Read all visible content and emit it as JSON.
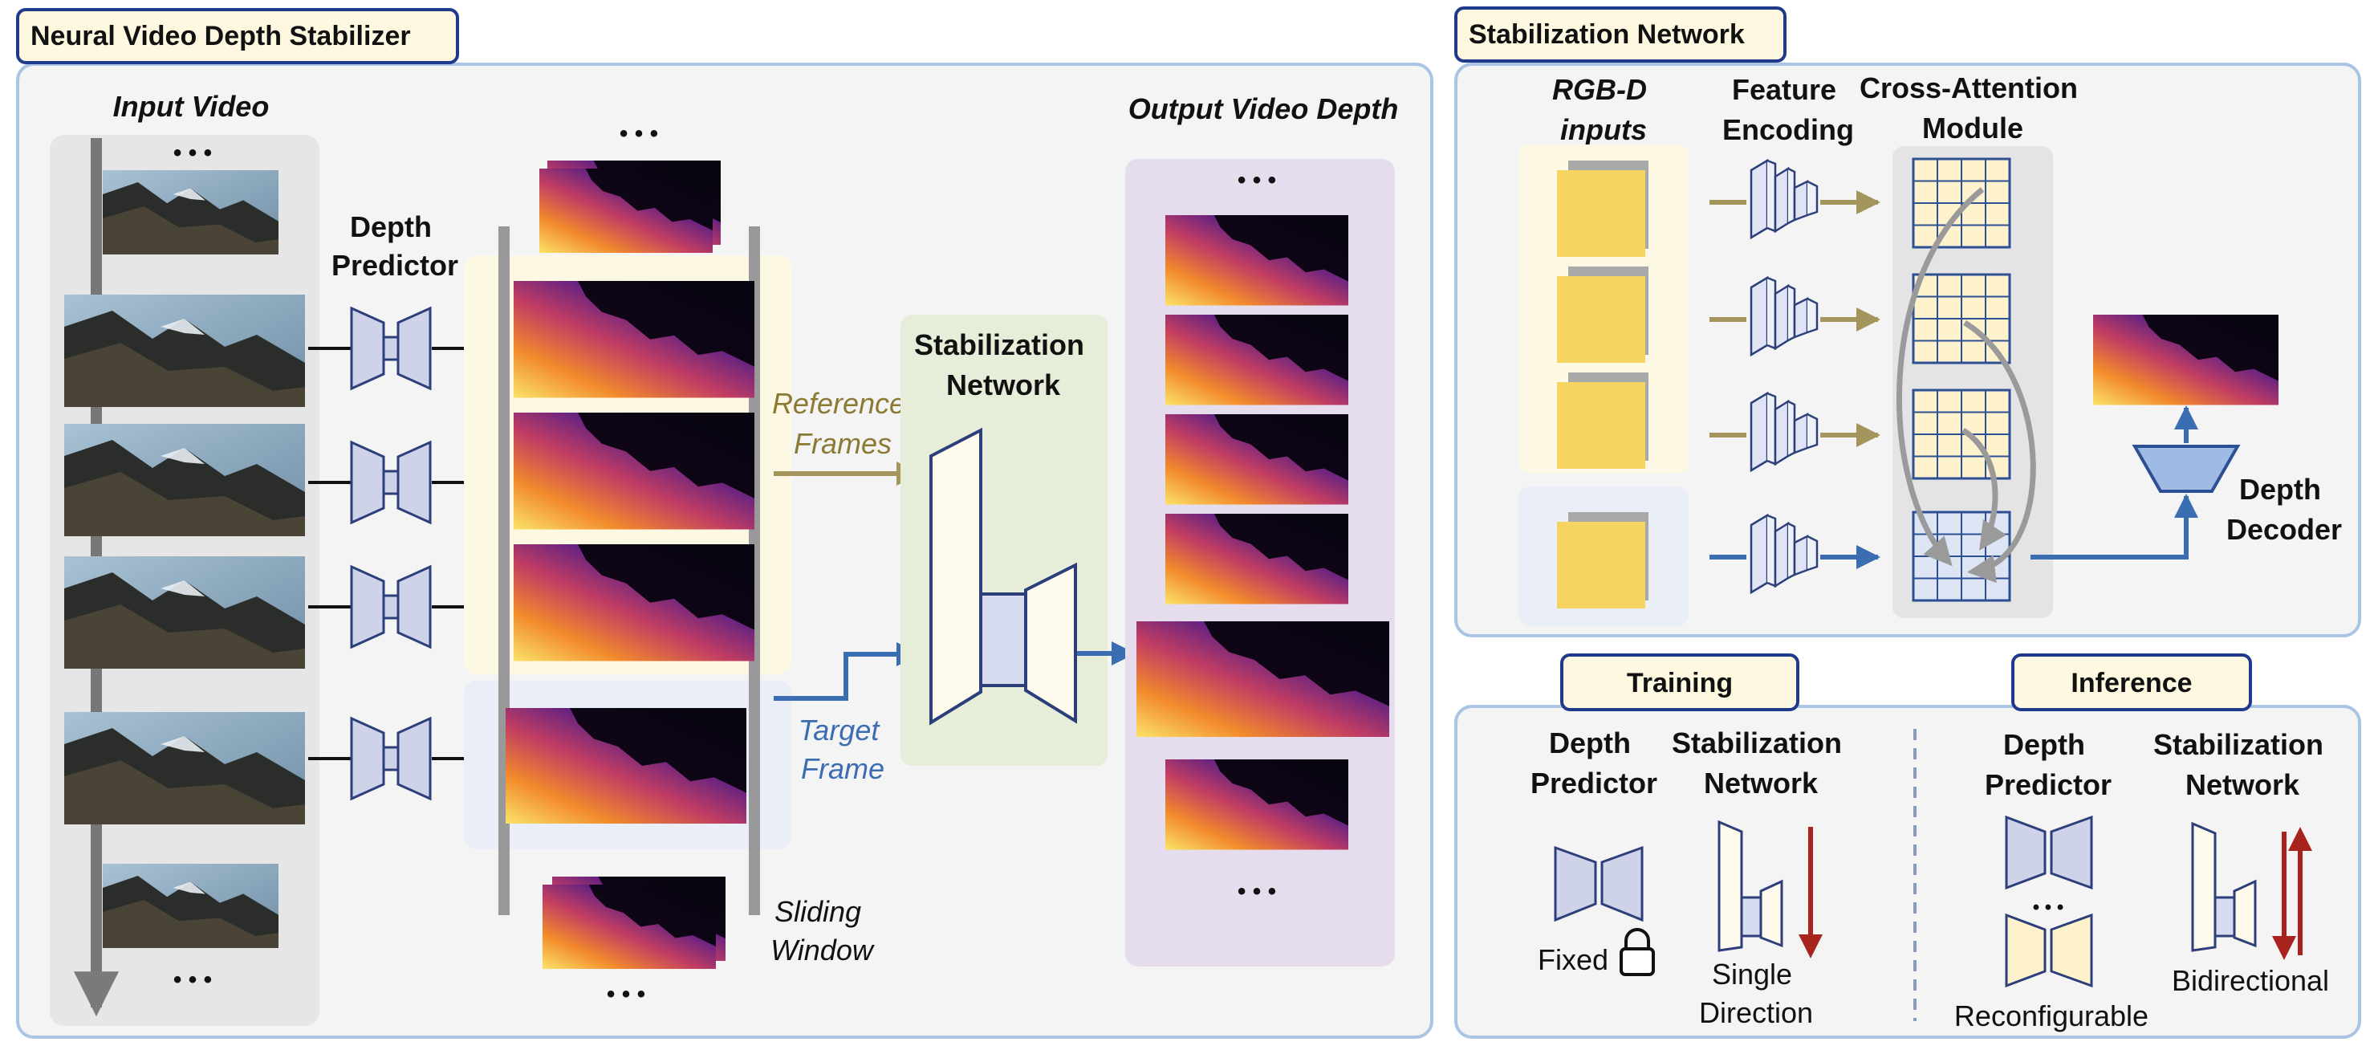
{
  "left_panel": {
    "title": "Neural Video Depth Stabilizer",
    "input_video_label": "Input Video",
    "depth_predictor_label": [
      "Depth",
      "Predictor"
    ],
    "stabilization_network_label": [
      "Stabilization",
      "Network"
    ],
    "reference_frames_label": [
      "Reference",
      "Frames"
    ],
    "target_frame_label": [
      "Target",
      "Frame"
    ],
    "sliding_window_label": [
      "Sliding",
      "Window"
    ],
    "output_label": "Output Video Depth",
    "ellipsis": "• • •"
  },
  "right_top_panel": {
    "title": "Stabilization Network",
    "rgbd_label": [
      "RGB-D",
      "inputs"
    ],
    "feature_encoding_label": [
      "Feature",
      "Encoding"
    ],
    "cross_attention_label": [
      "Cross-Attention",
      "Module"
    ],
    "depth_decoder_label": [
      "Depth",
      "Decoder"
    ]
  },
  "bottom_panel": {
    "training_tab": "Training",
    "inference_tab": "Inference",
    "training": {
      "depth_predictor_label": [
        "Depth",
        "Predictor"
      ],
      "stabilization_network_label": [
        "Stabilization",
        "Network"
      ],
      "fixed_label": "Fixed",
      "direction_label": [
        "Single",
        "Direction"
      ]
    },
    "inference": {
      "depth_predictor_label": [
        "Depth",
        "Predictor"
      ],
      "stabilization_network_label": [
        "Stabilization",
        "Network"
      ],
      "reconfigurable_label": "Reconfigurable",
      "bidirectional_label": "Bidirectional",
      "ellipsis": "• • •"
    }
  },
  "colors": {
    "panel_border": "#a9c4e4",
    "panel_bg": "#f4f4f4",
    "title_border": "#1f3a8a",
    "title_bg": "#fff8e1",
    "gold_arrow": "#a4955c",
    "blue_arrow": "#3b6db3",
    "red_arrow": "#a8231d",
    "hourglass_fill": "#cfd3ea",
    "hourglass_stroke": "#2d3f7a",
    "yellow_square": "#f6d462",
    "reference_zone": "#fdf8e4",
    "target_zone": "#e9eef7",
    "stab_zone": "#e6eed9",
    "output_zone": "#e5dded"
  }
}
